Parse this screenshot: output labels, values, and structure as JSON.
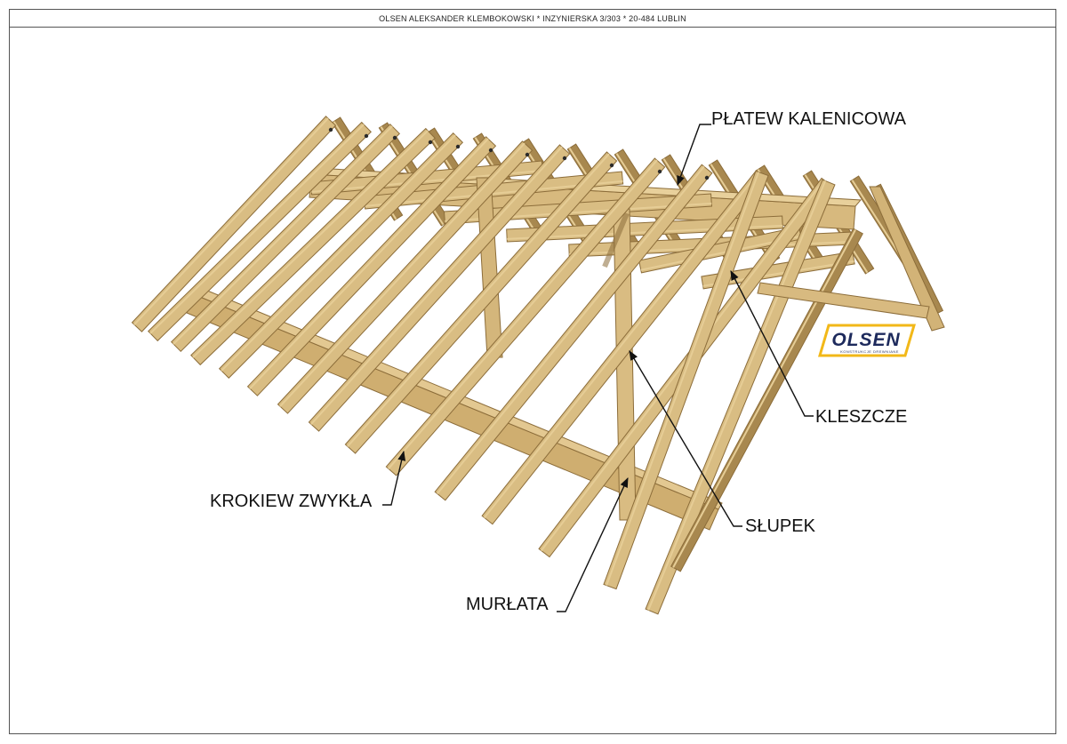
{
  "header": {
    "title": "OLSEN ALEKSANDER KLEMBOKOWSKI * INZYNIERSKA 3/303 * 20-484 LUBLIN"
  },
  "labels": {
    "ridge_purlin": "PŁATEW KALENICOWA",
    "collar_ties": "KLESZCZE",
    "common_rafter": "KROKIEW ZWYKŁA",
    "post": "SŁUPEK",
    "wall_plate": "MURŁATA"
  },
  "logo": {
    "brand": "OLSEN",
    "tagline": "KONSTRUKCJE DREWNIANE"
  },
  "colors": {
    "wood": "#d9bd83",
    "wood_light": "#e6cd96",
    "wood_dark": "#a8884f",
    "logo_yellow": "#f2b818",
    "logo_navy": "#1d2a5c"
  }
}
